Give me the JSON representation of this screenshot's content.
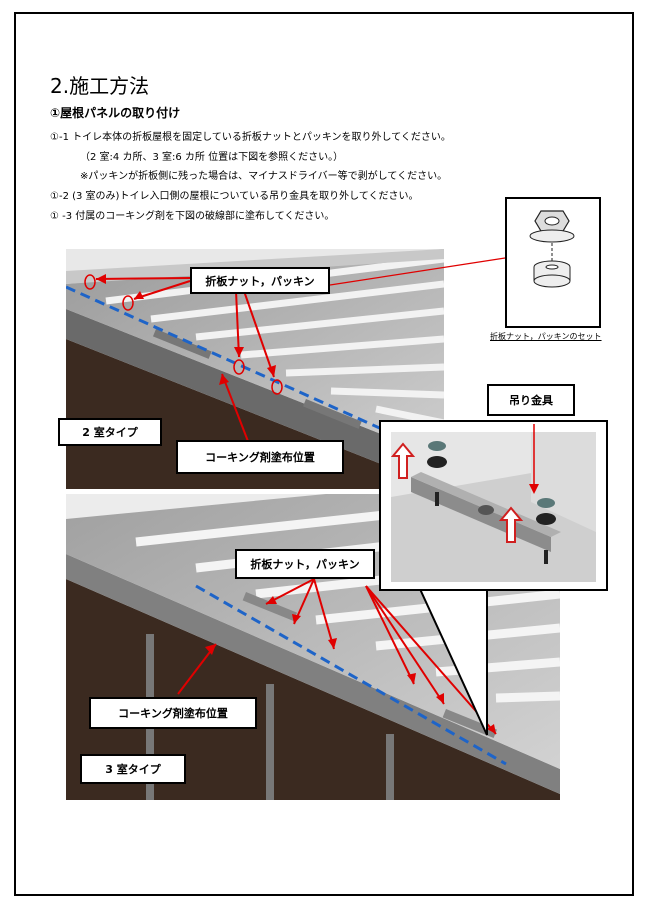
{
  "title": "2.施工方法",
  "subtitle": "①屋根パネルの取り付け",
  "lines": [
    "①-1  トイレ本体の折板屋根を固定している折板ナットとパッキンを取り外してください。",
    "（2 室:4 カ所、3 室:6 カ所  位置は下図を参照ください。）",
    "※パッキンが折板側に残った場合は、マイナスドライバー等で剥がしてください。",
    "①-2  (3 室のみ)トイレ入口側の屋根についている吊り金具を取り外してください。",
    "①  -3  付属のコーキング剤を下図の破線部に塗布してください。"
  ],
  "labels": {
    "nut_top": "折板ナット，パッキン",
    "nut_bottom": "折板ナット，パッキン",
    "type2": "2 室タイプ",
    "type3": "3 室タイプ",
    "caulk_top": "コーキング剤塗布位置",
    "caulk_bottom": "コーキング剤塗布位置",
    "hanger": "吊り金具",
    "set_caption": "折板ナット，パッキンのセット"
  },
  "colors": {
    "arrow": "#e00000",
    "caulk": "#1e64c8",
    "roof": "#b4b4b4",
    "wall": "#3b2a20"
  }
}
